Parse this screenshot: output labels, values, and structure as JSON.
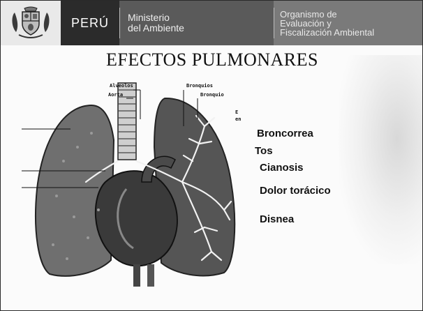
{
  "header": {
    "crest": "peru-coat-of-arms-icon",
    "country": "PERÚ",
    "ministry": [
      "Ministerio",
      "del Ambiente"
    ],
    "agency": [
      "Organismo de",
      "Evaluación y",
      "Fiscalización Ambiental"
    ]
  },
  "slide": {
    "title": "EFECTOS PULMONARES"
  },
  "figure": {
    "kind": "lung-anatomy-illustration",
    "labels": {
      "alveolos": "Alveolos",
      "aorta": "Aorta",
      "bronquios": "Bronquios",
      "bronquio": "Bronquio",
      "e": "E",
      "en": "en"
    }
  },
  "terms": [
    "Broncorrea",
    "Tos",
    "Cianosis",
    "Dolor torácico",
    "Disnea"
  ],
  "colors": {
    "header_dark": "#2b2b2b",
    "header_mid": "#5a5a5a",
    "header_light": "#7a7a7a",
    "crest_bg": "#e9e9e9"
  }
}
